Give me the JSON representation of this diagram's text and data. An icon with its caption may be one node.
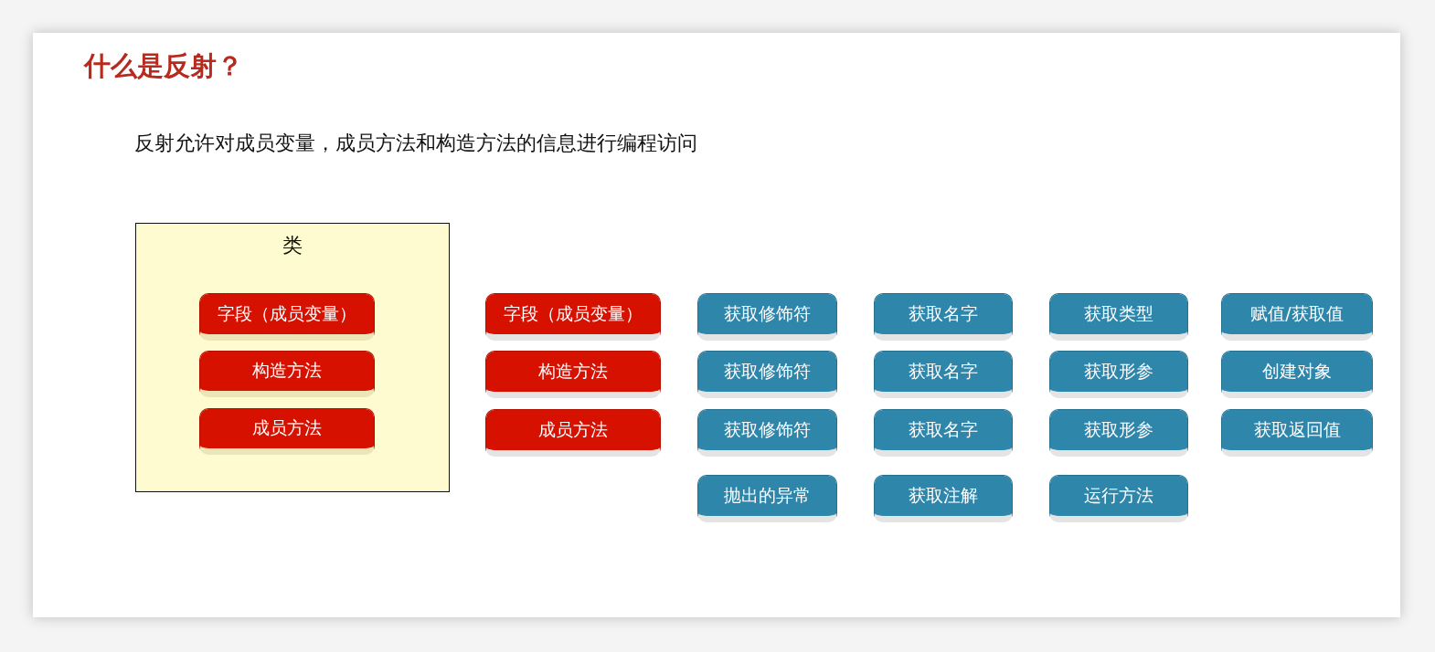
{
  "diagram": {
    "title": "什么是反射？",
    "nodes": [
      {
        "text": [
          "类"
        ]
      },
      {
        "text": [
          "字段（成员变量）"
        ],
        "in": 0
      },
      {
        "text": [
          "构造方法"
        ],
        "in": 0
      },
      {
        "text": [
          "成员方法"
        ],
        "in": 0
      },
      {
        "text": [
          "字段（成员变量）"
        ]
      },
      {
        "text": [
          "获取修饰符"
        ]
      },
      {
        "text": [
          "获取名字"
        ]
      },
      {
        "text": [
          "获取类型"
        ]
      },
      {
        "text": [
          "赋值/获取值"
        ]
      },
      {
        "text": [
          "构造方法"
        ]
      },
      {
        "text": [
          "获取修饰符"
        ]
      },
      {
        "text": [
          "获取名字"
        ]
      },
      {
        "text": [
          "获取形参"
        ]
      },
      {
        "text": [
          "创建对象"
        ]
      },
      {
        "text": [
          "成员方法"
        ]
      },
      {
        "text": [
          "获取修饰符"
        ]
      },
      {
        "text": [
          "获取名字"
        ]
      },
      {
        "text": [
          "获取形参"
        ]
      },
      {
        "text": [
          "获取返回值"
        ]
      },
      {
        "text": [
          "抛出的异常"
        ]
      },
      {
        "text": [
          "获取注解"
        ]
      },
      {
        "text": [
          "运行方法"
        ]
      }
    ],
    "labels": [
      "反射允许对成员变量，成员方法和构造方法的信息进行编程访问"
    ]
  }
}
